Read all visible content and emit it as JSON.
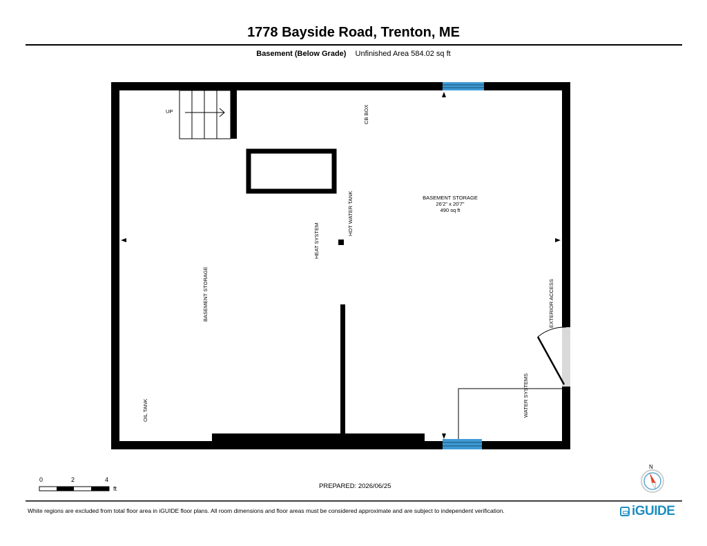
{
  "header": {
    "title": "1778 Bayside Road, Trenton, ME",
    "level": "Basement (Below Grade)",
    "area": "Unfinished Area 584.02 sq ft"
  },
  "plan": {
    "labels": {
      "up": "UP",
      "cb_box": "CB BOX",
      "hot_water_tank": "HOT WATER TANK",
      "heat_system": "HEAT SYSTEM",
      "room_name": "BASEMENT STORAGE",
      "room_dims": "26'2\" x 20'7\"",
      "room_area": "490 sq ft",
      "left_room": "BASEMENT STORAGE",
      "oil_tank": "OIL TANK",
      "exterior_access": "EXTERIOR ACCESS",
      "water_systems": "WATER SYSTEMS"
    },
    "colors": {
      "wall": "#000000",
      "window": "#3d9ad6",
      "door_sill": "#d9d9d9"
    }
  },
  "scale": {
    "ticks": [
      "0",
      "2",
      "4"
    ],
    "unit": "ft"
  },
  "prepared": "PREPARED: 2026/06/25",
  "compass": {
    "label": "N",
    "needle_color": "#e8402a"
  },
  "footer": {
    "note": "White regions are excluded from total floor area in iGUIDE floor plans. All room dimensions and floor areas must be considered approximate and are subject to independent verification.",
    "brand": "iGUIDE",
    "brand_color": "#1e8fbf"
  }
}
